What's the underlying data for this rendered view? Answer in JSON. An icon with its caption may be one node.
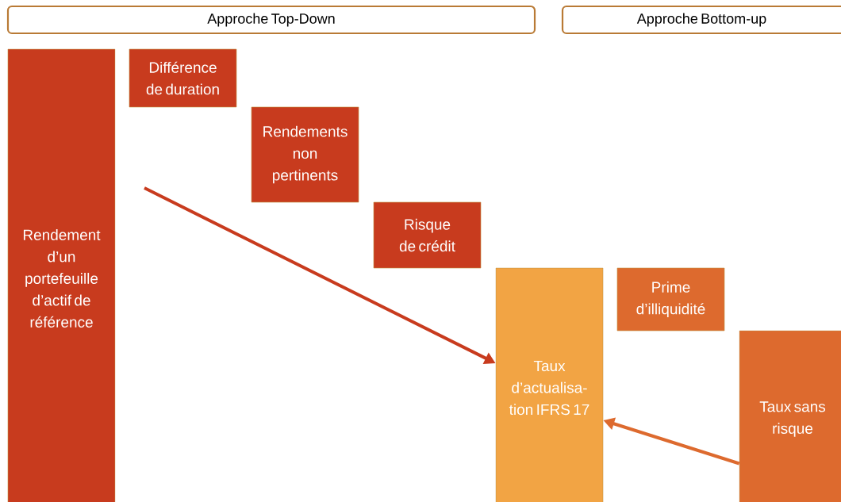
{
  "diagram": {
    "nodes": [
      {
        "text": [
          "Approche Top-Down"
        ]
      },
      {
        "text": [
          "Approche Bottom-up"
        ]
      },
      {
        "text": [
          "Rendement d’un portefeuille d’actif de référence"
        ]
      },
      {
        "text": [
          "Différence de duration"
        ]
      },
      {
        "text": [
          "Rendements non pertinents"
        ]
      },
      {
        "text": [
          "Risque de crédit"
        ]
      },
      {
        "text": [
          "Taux d’actualisa- tion IFRS 17"
        ]
      },
      {
        "text": [
          "Prime d’illiquidité"
        ]
      },
      {
        "text": [
          "Taux sans risque"
        ]
      }
    ],
    "edges": [
      {
        "from": null,
        "to": 6,
        "arrow": "to"
      },
      {
        "from": 8,
        "to": 6,
        "arrow": "to",
        "color": "#dd6a2e"
      }
    ]
  }
}
